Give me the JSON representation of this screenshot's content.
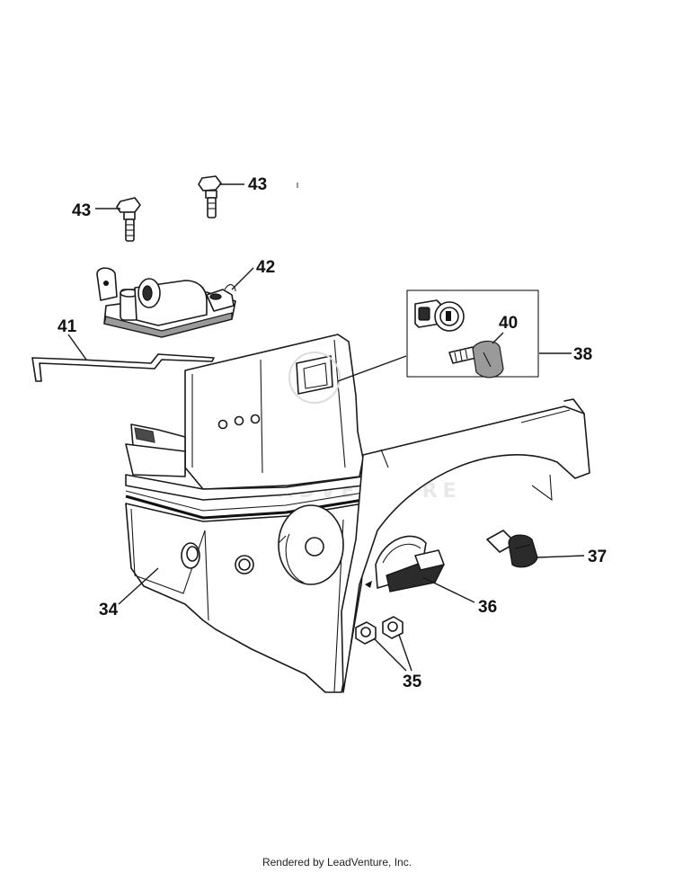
{
  "diagram": {
    "callouts": {
      "c34": "34",
      "c35": "35",
      "c36": "36",
      "c37": "37",
      "c38": "38",
      "c40": "40",
      "c41": "41",
      "c42": "42",
      "c43a": "43",
      "c43b": "43"
    },
    "watermark": "LEADVENTURE"
  },
  "footer": {
    "credit": "Rendered by LeadVenture, Inc."
  }
}
